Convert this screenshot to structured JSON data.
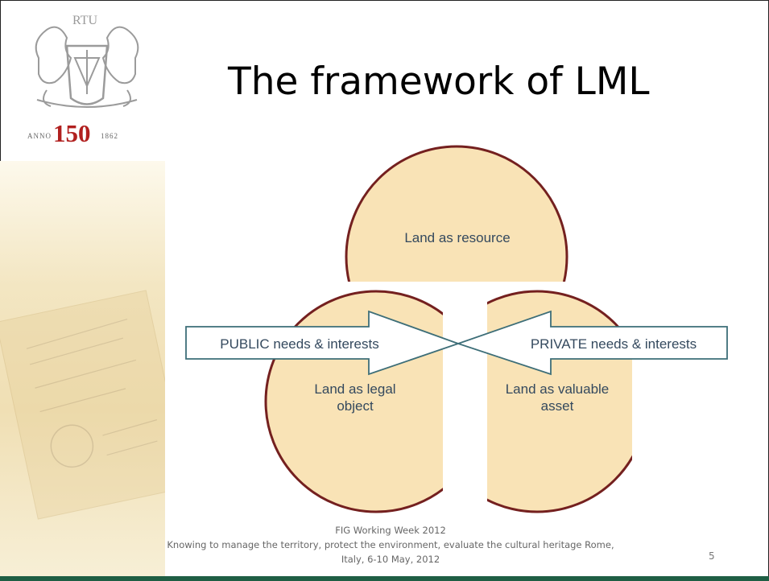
{
  "slide": {
    "title": "The framework of LML",
    "logo": {
      "top_text": "RTU",
      "anno": "ANNO",
      "number": "150",
      "year": "1862"
    },
    "circles": [
      {
        "label_lines": [
          "Land as resource"
        ]
      },
      {
        "label_lines": [
          "Land as legal",
          "object"
        ]
      },
      {
        "label_lines": [
          "Land as valuable",
          "asset"
        ]
      }
    ],
    "arrows": {
      "left": "PUBLIC needs & interests",
      "right": "PRIVATE needs & interests"
    },
    "footer": {
      "line1": "FIG Working Week 2012",
      "line2": "Knowing to manage the territory, protect the environment, evaluate the cultural heritage Rome,",
      "line3": "Italy, 6-10 May, 2012"
    },
    "page_number": "5"
  },
  "colors": {
    "circle_fill": "#f9e3b6",
    "circle_stroke": "#74201f",
    "arrow_stroke": "#3d6e78",
    "label_text": "#34495e",
    "accent_red": "#b1201f",
    "bottom_bar": "#1f5e44"
  }
}
